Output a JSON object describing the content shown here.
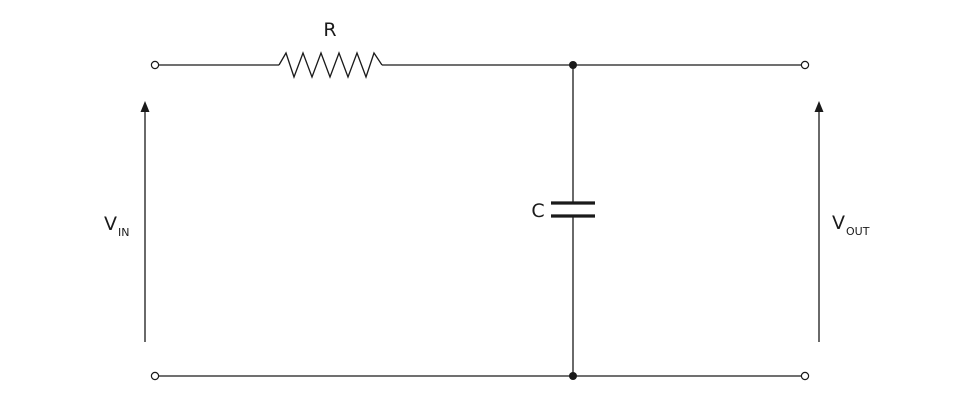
{
  "circuit": {
    "components": {
      "resistor": {
        "label": "R"
      },
      "capacitor": {
        "label": "C"
      }
    },
    "input_voltage": {
      "symbol": "V",
      "subscript": "IN"
    },
    "output_voltage": {
      "symbol": "V",
      "subscript": "OUT"
    }
  }
}
